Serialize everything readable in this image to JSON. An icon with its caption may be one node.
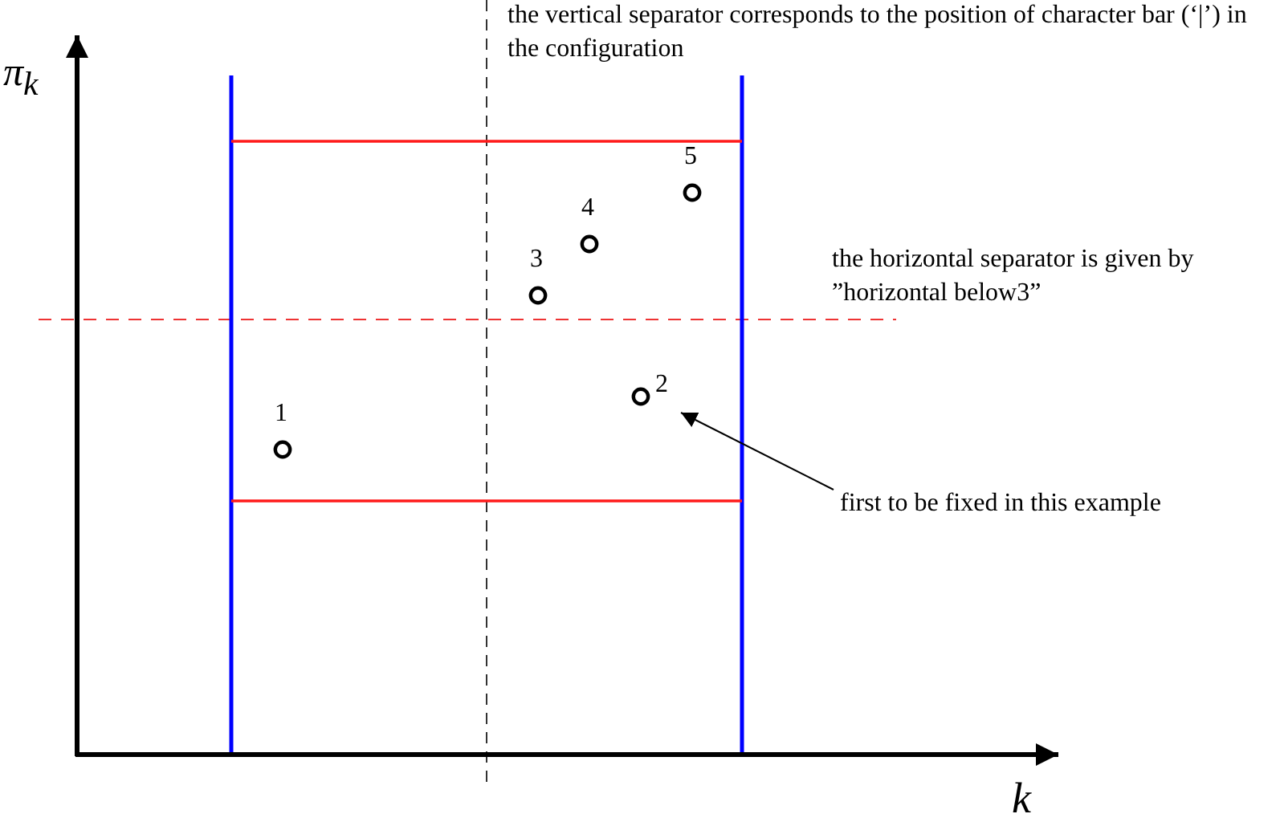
{
  "diagram": {
    "nodes": [
      {
        "text": [],
        "shape": "circle",
        "beside": [
          "1"
        ]
      },
      {
        "text": [],
        "shape": "circle",
        "beside": [
          "3"
        ]
      },
      {
        "text": [],
        "shape": "circle",
        "beside": [
          "4"
        ]
      },
      {
        "text": [],
        "shape": "circle",
        "beside": [
          "2"
        ]
      },
      {
        "text": [],
        "shape": "circle",
        "beside": [
          "5"
        ]
      },
      {
        "text": [
          "first to be fixed in this example"
        ]
      }
    ],
    "edges": [
      {
        "from": 5,
        "to": 3,
        "arrow": "to"
      }
    ],
    "labels": [
      "the vertical separator corresponds to the position of character bar (‘|’) in the configuration",
      "π$_{k}$",
      "the horizontal separator is given by ”horizontal below3”",
      "k"
    ]
  }
}
